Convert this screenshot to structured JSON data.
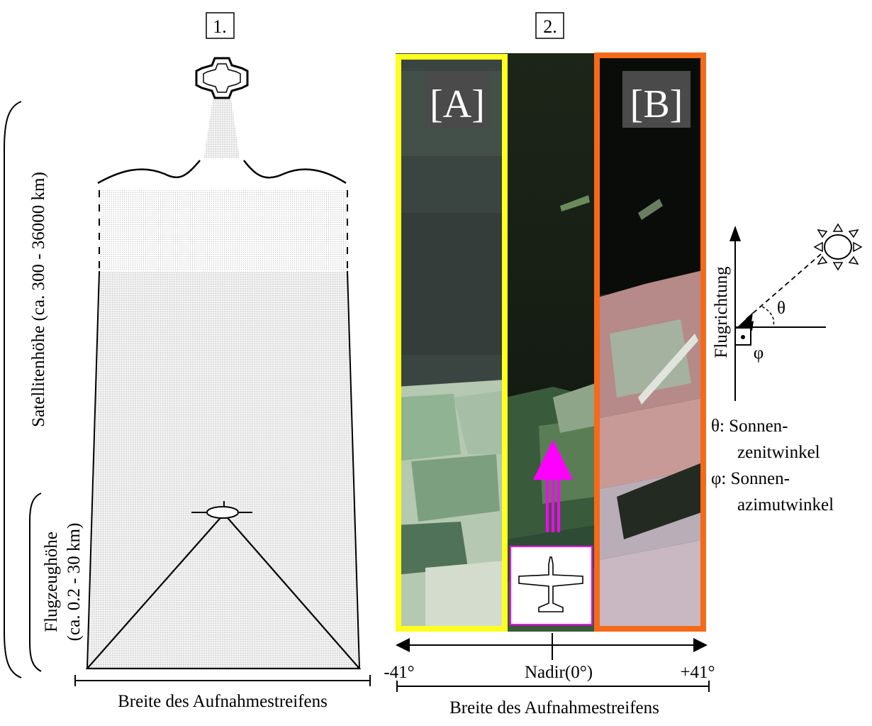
{
  "panel1": {
    "number_label": "1.",
    "satellite_height_label": "Satellitenhöhe (ca. 300 - 36000 km)",
    "aircraft_height_label_line1": "Flugzeughöhe",
    "aircraft_height_label_line2": "(ca. 0.2 - 30 km)",
    "swath_width_label": "Breite des Aufnahmestreifens"
  },
  "panel2": {
    "number_label": "2.",
    "strip_a_label": "[A]",
    "strip_b_label": "[B]",
    "strip_a_color": "#ffff20",
    "strip_b_color": "#f46a18",
    "flight_arrow_color": "#ff00ff",
    "angle_left_label": "-41°",
    "angle_center_label": "Nadir(0°)",
    "angle_right_label": "+41°",
    "swath_width_label": "Breite des Aufnahmestreifens"
  },
  "geometry": {
    "flight_direction_label": "Flugrichtung",
    "theta_symbol": "θ",
    "phi_symbol": "φ",
    "theta_legend_line1": "θ: Sonnen-",
    "theta_legend_line2": "zenitwinkel",
    "phi_legend_line1": "φ: Sonnen-",
    "phi_legend_line2": "azimutwinkel"
  },
  "icons": {
    "satellite": "satellite-icon",
    "aircraft_side": "aircraft-icon",
    "aircraft_top": "airplane-topview-icon",
    "sun": "sun-icon"
  }
}
